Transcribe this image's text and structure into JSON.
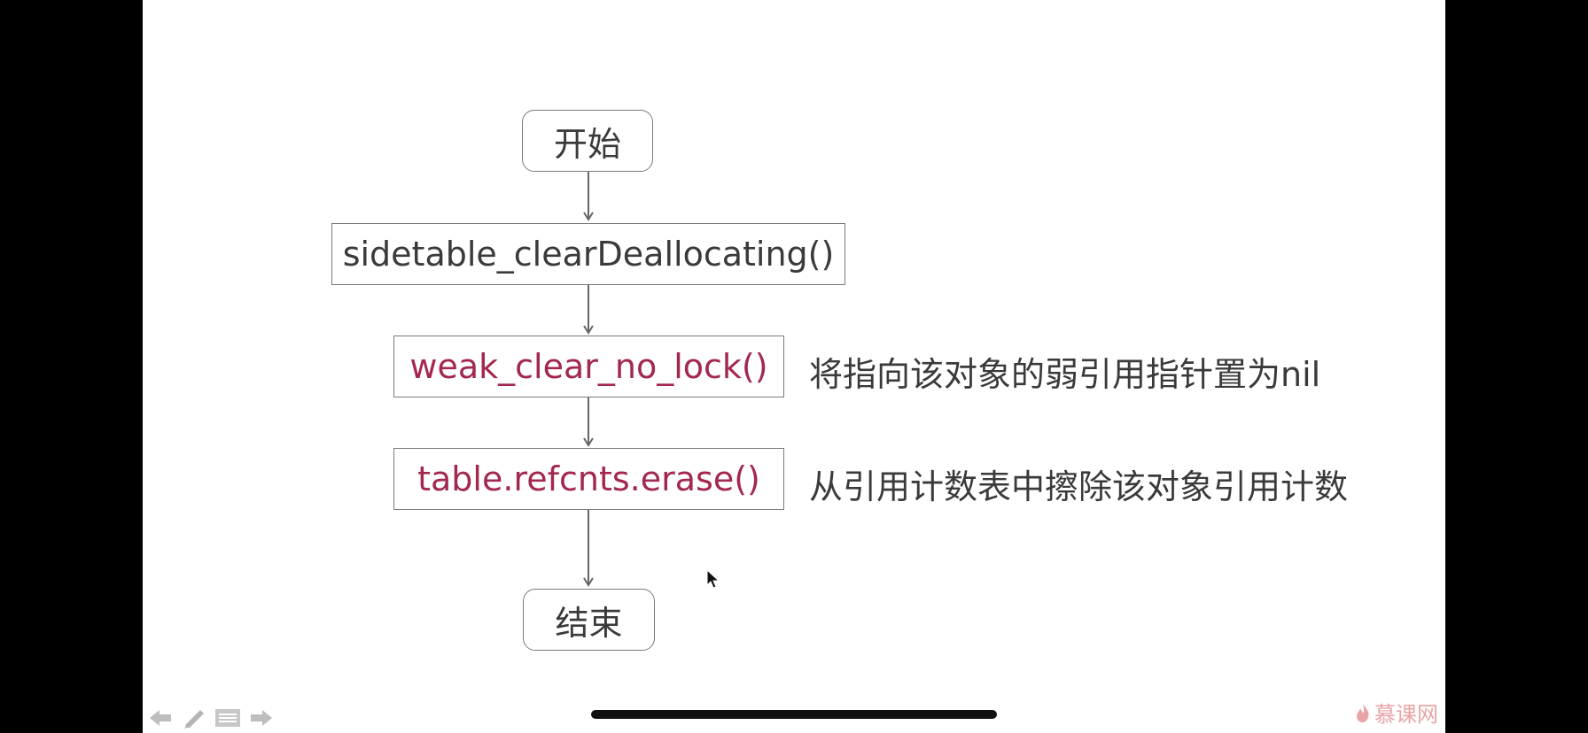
{
  "flowchart": {
    "start": "开始",
    "step1": "sidetable_clearDeallocating()",
    "step2": "weak_clear_no_lock()",
    "step3": "table.refcnts.erase()",
    "end": "结束"
  },
  "annotations": {
    "step2_note": "将指向该对象的弱引用指针置为nil",
    "step3_note": "从引用计数表中擦除该对象引用计数"
  },
  "colors": {
    "function_text": "#a3284d",
    "default_text": "#3a3a3a",
    "border": "#7a7a7a"
  },
  "toolbar": {
    "icons": [
      "arrow-left-icon",
      "pen-icon",
      "menu-icon",
      "arrow-right-icon"
    ]
  },
  "watermark": {
    "text": "慕课网"
  }
}
